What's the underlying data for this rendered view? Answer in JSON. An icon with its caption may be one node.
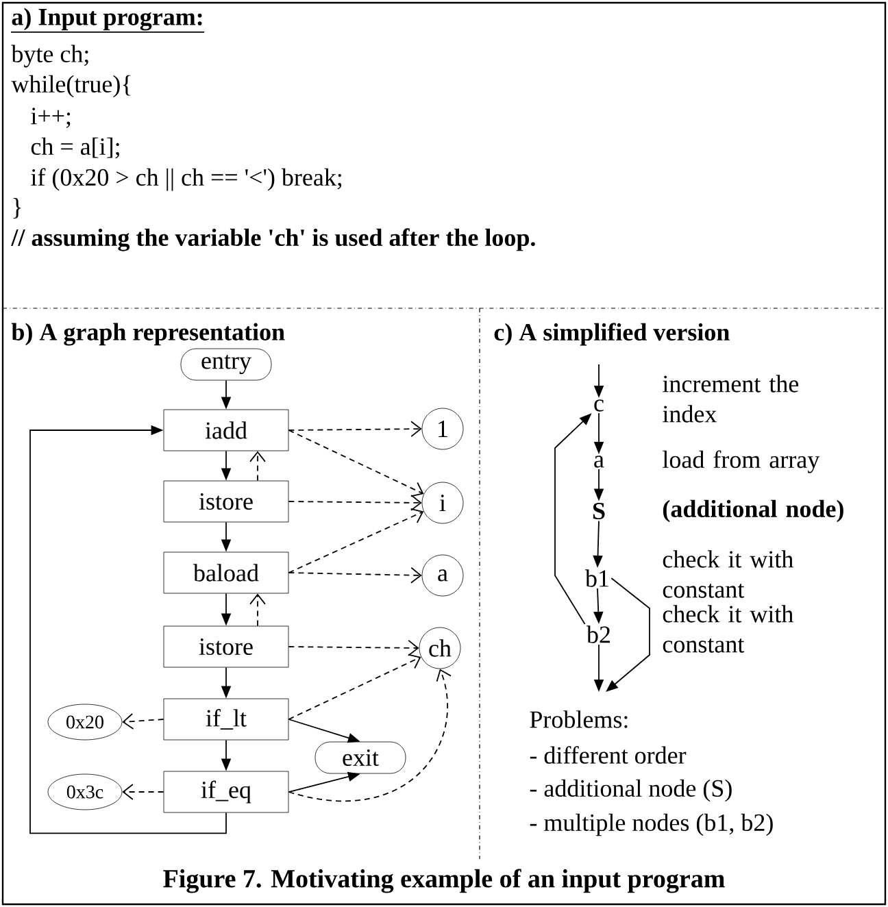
{
  "diagram": {
    "caption": "Figure 7. Motivating example of an input program",
    "nodes": [
      {
        "text": [
          "entry"
        ]
      },
      {
        "text": [
          "iadd"
        ]
      },
      {
        "text": [
          "istore"
        ]
      },
      {
        "text": [
          "baload"
        ]
      },
      {
        "text": [
          "istore"
        ]
      },
      {
        "text": [
          "if_lt"
        ]
      },
      {
        "text": [
          "if_eq"
        ]
      },
      {
        "text": [
          "1"
        ]
      },
      {
        "text": [
          "i"
        ]
      },
      {
        "text": [
          "a"
        ]
      },
      {
        "text": [
          "ch"
        ]
      },
      {
        "text": [
          "exit"
        ]
      },
      {
        "text": [
          "0x20"
        ]
      },
      {
        "text": [
          "0x3c"
        ]
      },
      {
        "text": [
          "c"
        ],
        "beside": [
          "increment the index"
        ]
      },
      {
        "text": [
          "a"
        ],
        "beside": [
          "load from array"
        ]
      },
      {
        "text": [
          "S"
        ],
        "beside": [
          "(additional node)"
        ]
      },
      {
        "text": [
          "b1"
        ],
        "beside": [
          "check it with constant"
        ]
      },
      {
        "text": [
          "b2"
        ],
        "beside": [
          "check it with constant"
        ]
      }
    ],
    "edges": [
      {
        "from": 0,
        "to": 1,
        "arrow": "to"
      },
      {
        "from": 1,
        "to": 2,
        "arrow": "to"
      },
      {
        "from": 2,
        "to": 3,
        "arrow": "to"
      },
      {
        "from": 3,
        "to": 4,
        "arrow": "to"
      },
      {
        "from": 4,
        "to": 5,
        "arrow": "to"
      },
      {
        "from": 5,
        "to": 6,
        "arrow": "to"
      },
      {
        "from": 6,
        "to": 1,
        "arrow": "to"
      },
      {
        "from": 2,
        "to": 1,
        "arrow": "to",
        "style": "dashed"
      },
      {
        "from": 4,
        "to": 3,
        "arrow": "to",
        "style": "dashed"
      },
      {
        "from": 1,
        "to": 7,
        "arrow": "to",
        "style": "dashed"
      },
      {
        "from": 1,
        "to": 8,
        "arrow": "to",
        "style": "dashed"
      },
      {
        "from": 2,
        "to": 8,
        "arrow": "to",
        "style": "dashed"
      },
      {
        "from": 3,
        "to": 8,
        "arrow": "to",
        "style": "dashed"
      },
      {
        "from": 3,
        "to": 9,
        "arrow": "to",
        "style": "dashed"
      },
      {
        "from": 4,
        "to": 10,
        "arrow": "to",
        "style": "dashed"
      },
      {
        "from": 5,
        "to": 10,
        "arrow": "to",
        "style": "dashed"
      },
      {
        "from": 6,
        "to": 10,
        "arrow": "to",
        "style": "dashed"
      },
      {
        "from": 5,
        "to": 12,
        "arrow": "to",
        "style": "dashed"
      },
      {
        "from": 6,
        "to": 13,
        "arrow": "to",
        "style": "dashed"
      },
      {
        "from": 5,
        "to": 11,
        "arrow": "to"
      },
      {
        "from": 6,
        "to": 11,
        "arrow": "to"
      },
      {
        "from": null,
        "to": 14,
        "arrow": "to"
      },
      {
        "from": 14,
        "to": 15,
        "arrow": "to"
      },
      {
        "from": 15,
        "to": 16,
        "arrow": "to"
      },
      {
        "from": 16,
        "to": 17,
        "arrow": "to"
      },
      {
        "from": 17,
        "to": 18,
        "arrow": "to"
      },
      {
        "from": 18,
        "to": 14,
        "arrow": "to"
      },
      {
        "from": 17,
        "to": null,
        "arrow": "to"
      },
      {
        "from": 18,
        "to": null,
        "arrow": "to"
      }
    ],
    "labels": [
      "a) Input program:",
      "byte ch;",
      "while(true){",
      "i++;",
      "ch = a[i];",
      "if (0x20 > ch || ch == '<') break;",
      "}",
      "// assuming the variable 'ch' is used after the loop.",
      "b) A graph representation",
      "c) A simplified version",
      "Problems:",
      "- different order",
      "- additional node (S)",
      "- multiple nodes (b1, b2)"
    ]
  }
}
